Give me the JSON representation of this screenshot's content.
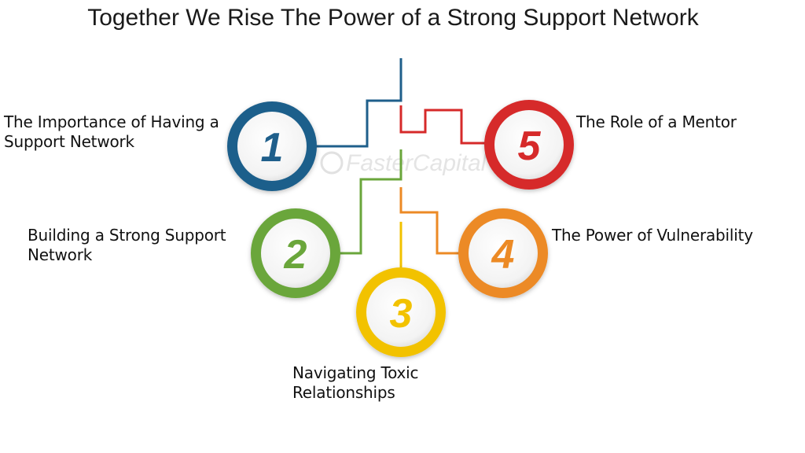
{
  "title": "Together We Rise The Power of a Strong Support Network",
  "watermark": "FasterCapital",
  "steps": [
    {
      "number": "1",
      "label_line1": "The Importance of Having a",
      "label_line2": "Support Network",
      "color": "#1f5f8b"
    },
    {
      "number": "2",
      "label_line1": "Building a Strong Support",
      "label_line2": "Network",
      "color": "#6aa63b"
    },
    {
      "number": "3",
      "label_line1": "Navigating Toxic",
      "label_line2": "Relationships",
      "color": "#f2c200"
    },
    {
      "number": "4",
      "label_line1": "The Power of Vulnerability",
      "label_line2": "",
      "color": "#ec8a25"
    },
    {
      "number": "5",
      "label_line1": "The Role of a Mentor",
      "label_line2": "",
      "color": "#d62a2a"
    }
  ]
}
